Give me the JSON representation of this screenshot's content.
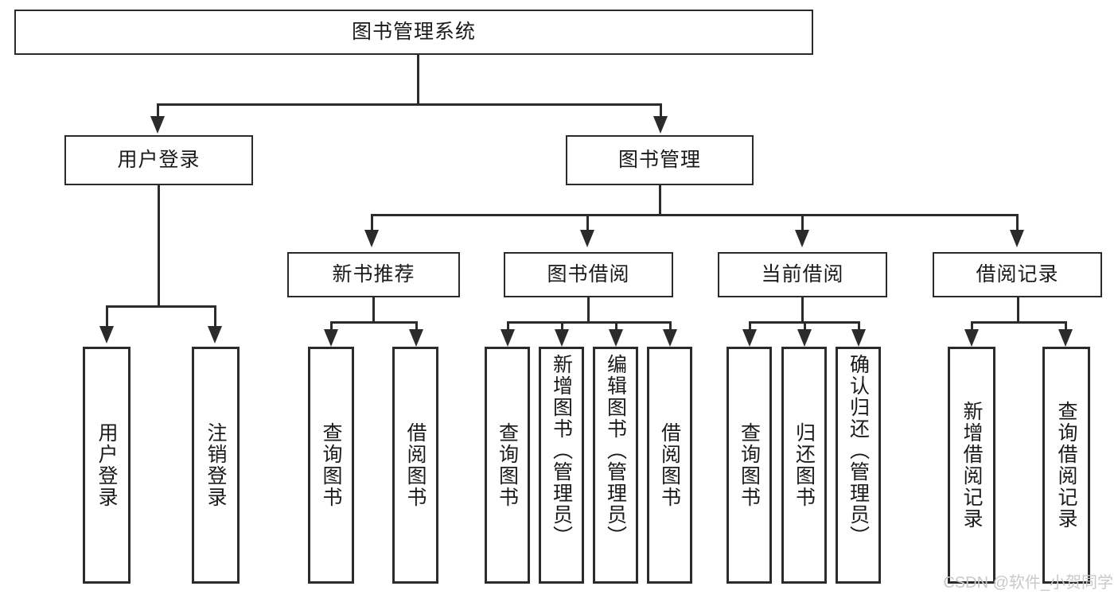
{
  "diagram": {
    "title": "图书管理系统",
    "watermark": "CSDN @软件_小贺同学",
    "orientation": "top-down-tree",
    "levels": 4
  },
  "root": {
    "label": "图书管理系统"
  },
  "level2": [
    {
      "label": "用户登录"
    },
    {
      "label": "图书管理"
    }
  ],
  "level3": [
    {
      "label": "新书推荐"
    },
    {
      "label": "图书借阅"
    },
    {
      "label": "当前借阅"
    },
    {
      "label": "借阅记录"
    }
  ],
  "leaves": {
    "user_login": [
      {
        "label": "用户登录"
      },
      {
        "label": "注销登录"
      }
    ],
    "new_book_recommend": [
      {
        "label": "查询图书"
      },
      {
        "label": "借阅图书"
      }
    ],
    "book_borrow": [
      {
        "label": "查询图书"
      },
      {
        "label": "新增图书（管理员）"
      },
      {
        "label": "编辑图书（管理员）"
      },
      {
        "label": "借阅图书"
      }
    ],
    "current_borrow": [
      {
        "label": "查询图书"
      },
      {
        "label": "归还图书"
      },
      {
        "label": "确认归还（管理员）"
      }
    ],
    "borrow_record": [
      {
        "label": "新增借阅记录"
      },
      {
        "label": "查询借阅记录"
      }
    ]
  },
  "colors": {
    "stroke": "#2b2b2b",
    "fill": "#ffffff",
    "text": "#1a1a1a",
    "watermark": "#c9c9c9"
  }
}
